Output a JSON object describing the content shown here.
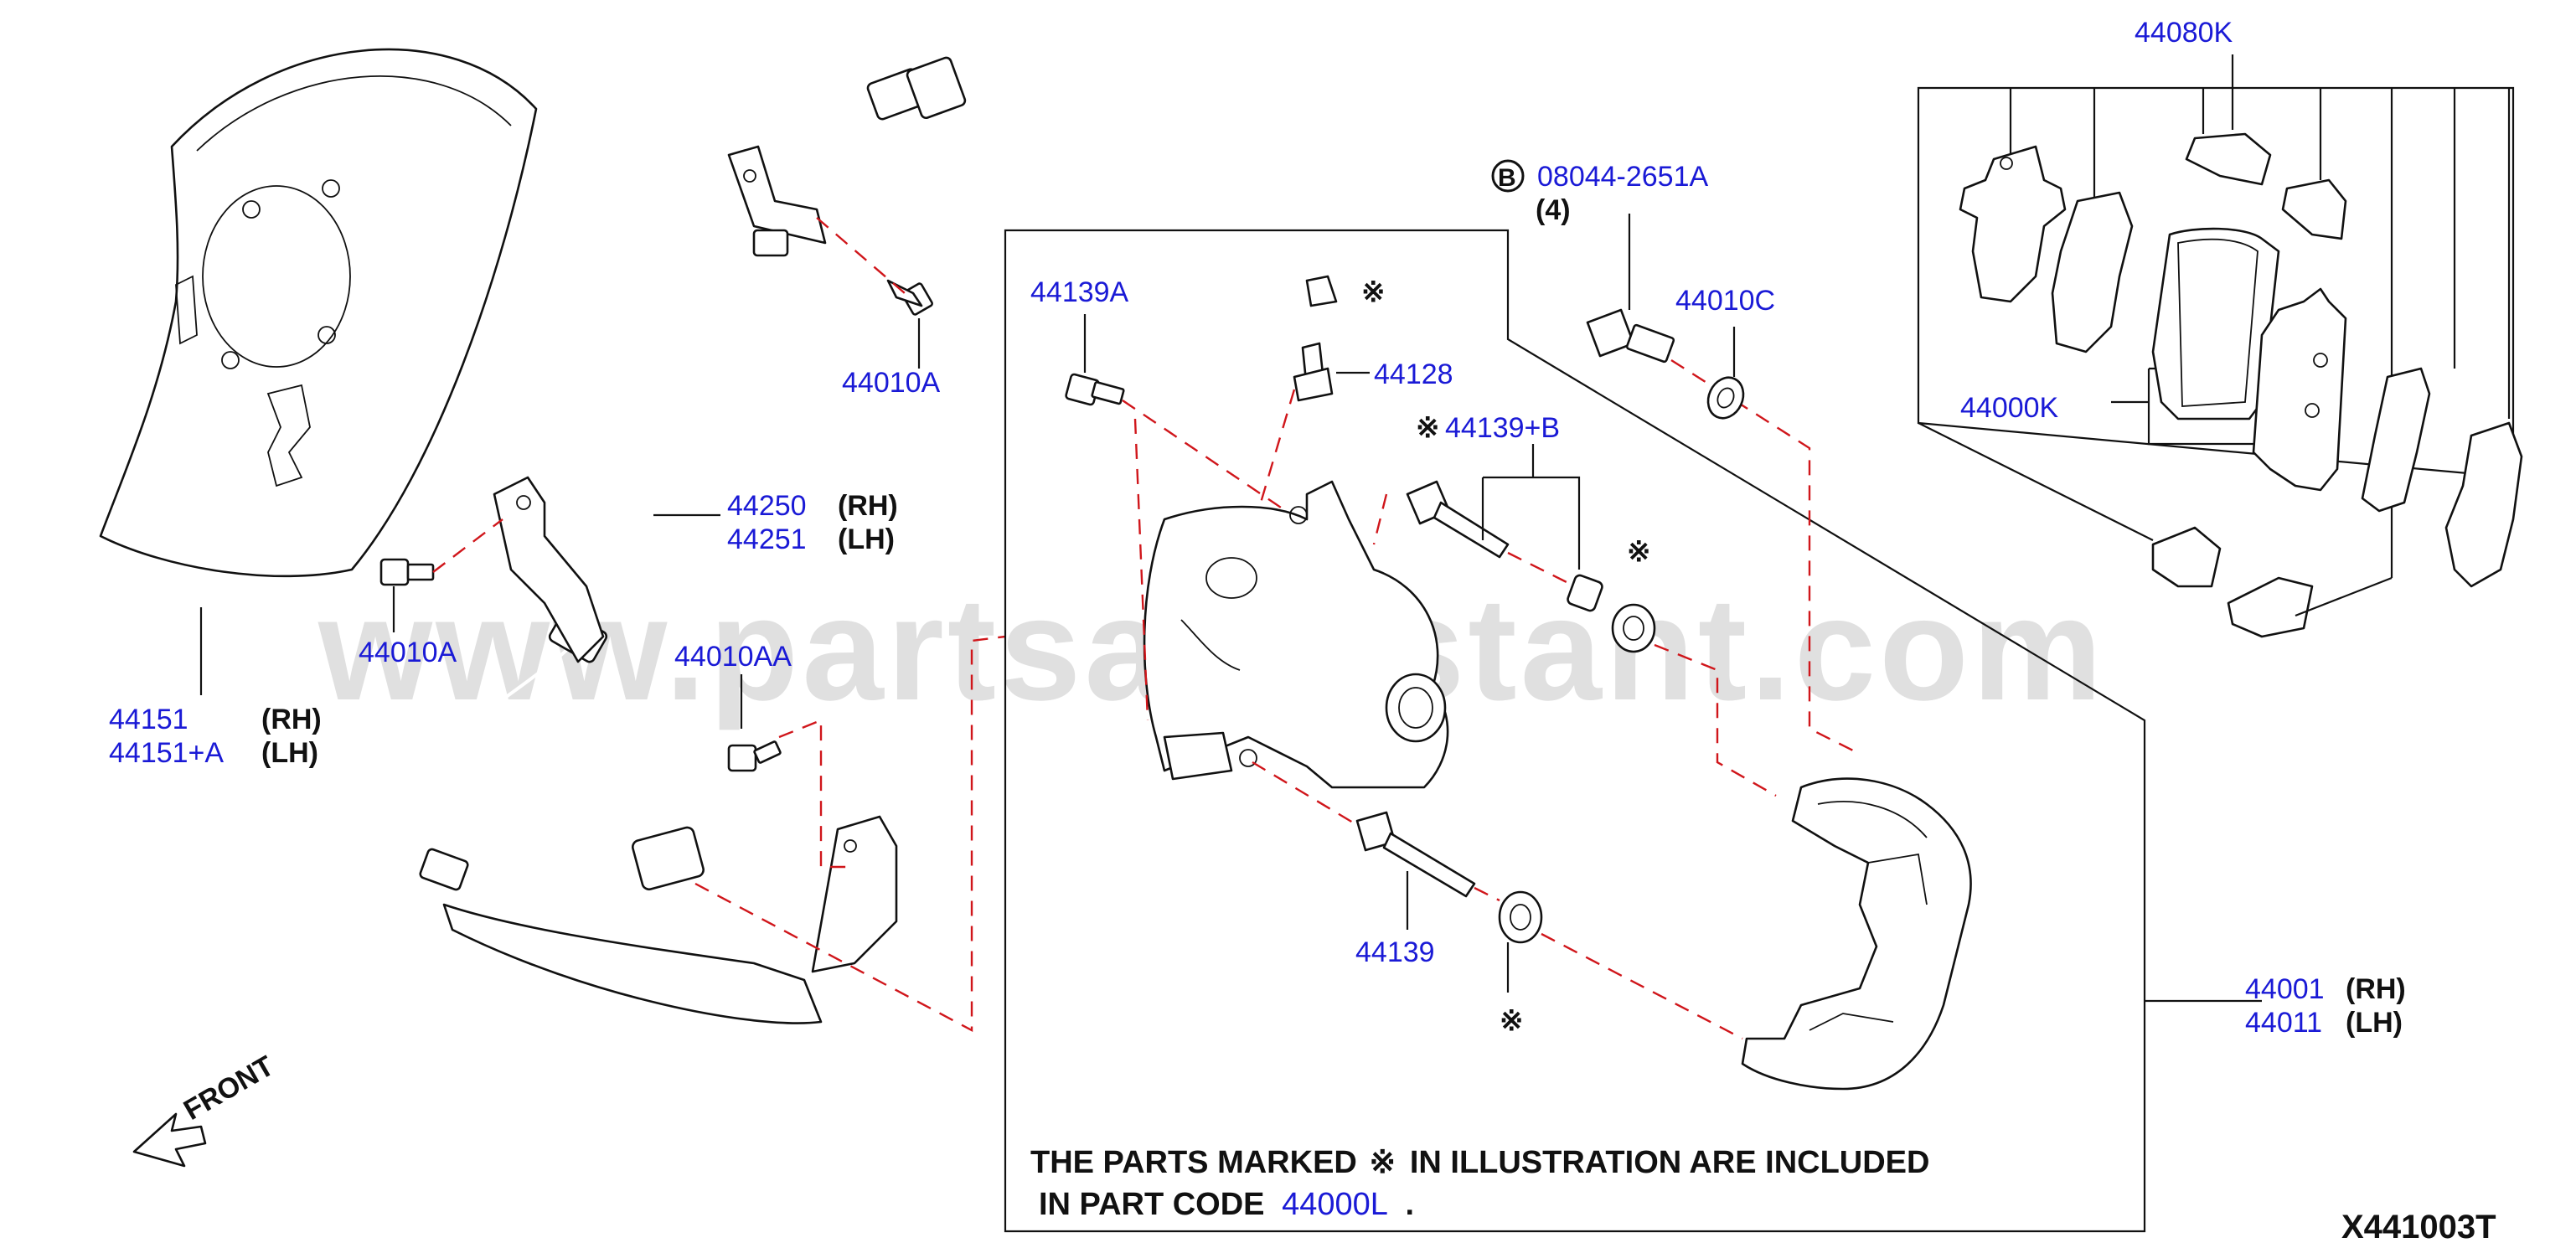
{
  "diagram_code": "X441003T",
  "watermark": "www.partsassistant.com",
  "front_label": "FRONT",
  "mark_symbol": "※",
  "labels": {
    "p44080K": "44080K",
    "p08044": "08044-2651A",
    "p08044_qty": "(4)",
    "p08044_badge": "B",
    "p44010C": "44010C",
    "p44139A": "44139A",
    "p44128": "44128",
    "p44139B": "44139+B",
    "p44000K": "44000K",
    "p44010A_top": "44010A",
    "p44250": "44250",
    "p44251": "44251",
    "p44010A_left": "44010A",
    "p44010AA": "44010AA",
    "p44151": "44151",
    "p44151A": "44151+A",
    "p44139": "44139",
    "p44001": "44001",
    "p44011": "44011",
    "rh": "(RH)",
    "lh": "(LH)"
  },
  "note": {
    "line1a": "THE PARTS MARKED",
    "line1b": "IN ILLUSTRATION ARE INCLUDED",
    "line2a": "IN PART CODE",
    "line2code": "44000L",
    "line2b": "."
  }
}
